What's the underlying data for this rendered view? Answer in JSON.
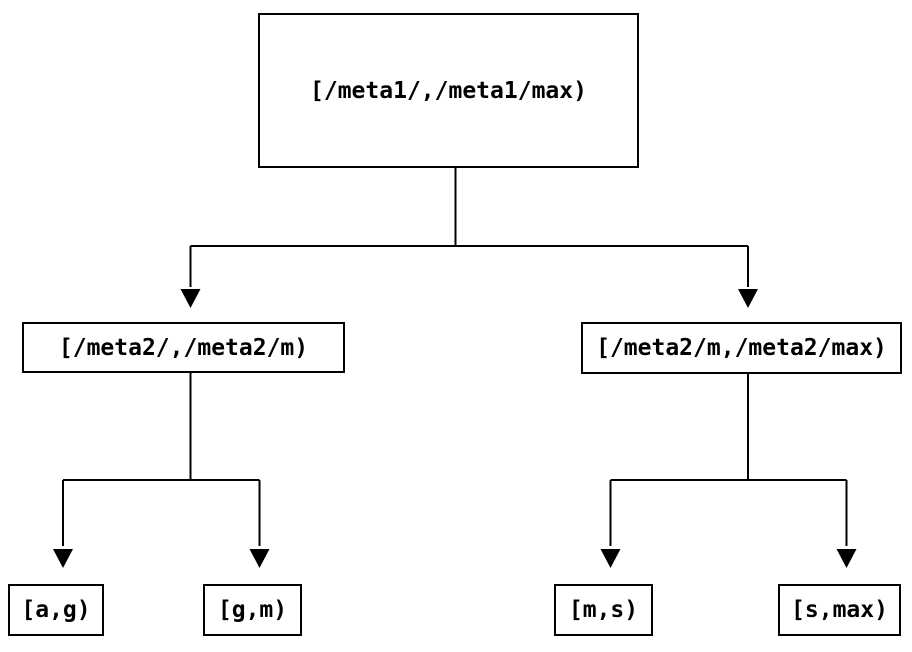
{
  "diagram": {
    "colors": {
      "background": "#ffffff",
      "line": "#000000",
      "text": "#000000"
    },
    "nodes": {
      "root": {
        "label": "[/meta1/,/meta1/max)"
      },
      "l2_left": {
        "label": "[/meta2/,/meta2/m)"
      },
      "l2_right": {
        "label": "[/meta2/m,/meta2/max)"
      },
      "leaf_ag": {
        "label": "[a,g)"
      },
      "leaf_gm": {
        "label": "[g,m)"
      },
      "leaf_ms": {
        "label": "[m,s)"
      },
      "leaf_smax": {
        "label": "[s,max)"
      }
    }
  }
}
